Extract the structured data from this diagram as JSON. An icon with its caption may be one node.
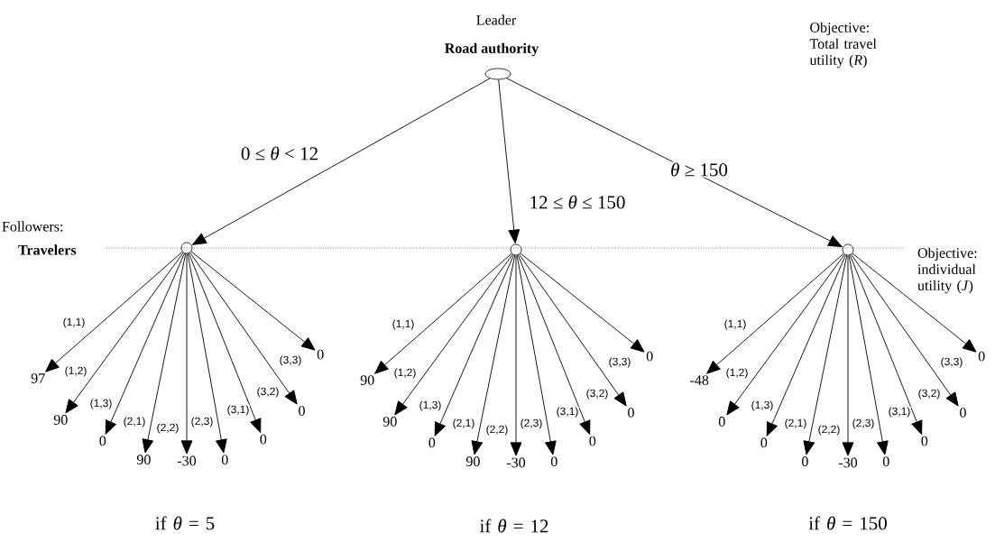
{
  "diagram": {
    "nodes": [
      {
        "text": [
          "Leader",
          "Road authority"
        ]
      },
      {
        "text": [],
        "shape": "circle"
      },
      {
        "text": [],
        "shape": "circle"
      },
      {
        "text": [],
        "shape": "circle"
      },
      {
        "text": [
          "97"
        ]
      },
      {
        "text": [
          "90"
        ]
      },
      {
        "text": [
          "0"
        ]
      },
      {
        "text": [
          "90"
        ]
      },
      {
        "text": [
          "-30"
        ]
      },
      {
        "text": [
          "0"
        ]
      },
      {
        "text": [
          "0"
        ]
      },
      {
        "text": [
          "0"
        ]
      },
      {
        "text": [
          "0"
        ]
      },
      {
        "text": [
          "90"
        ]
      },
      {
        "text": [
          "90"
        ]
      },
      {
        "text": [
          "0"
        ]
      },
      {
        "text": [
          "90"
        ]
      },
      {
        "text": [
          "-30"
        ]
      },
      {
        "text": [
          "0"
        ]
      },
      {
        "text": [
          "0"
        ]
      },
      {
        "text": [
          "0"
        ]
      },
      {
        "text": [
          "0"
        ]
      },
      {
        "text": [
          "-48"
        ]
      },
      {
        "text": [
          "0"
        ]
      },
      {
        "text": [
          "0"
        ]
      },
      {
        "text": [
          "0"
        ]
      },
      {
        "text": [
          "-30"
        ]
      },
      {
        "text": [
          "0"
        ]
      },
      {
        "text": [
          "0"
        ]
      },
      {
        "text": [
          "0"
        ]
      },
      {
        "text": [
          "0"
        ]
      }
    ],
    "edges": [
      {
        "from": 0,
        "to": 1,
        "arrow": "to",
        "label": "0 ≤ *θ* < 12"
      },
      {
        "from": 0,
        "to": 2,
        "arrow": "to",
        "label": "12 ≤ *θ* ≤ 150"
      },
      {
        "from": 0,
        "to": 3,
        "arrow": "to",
        "label": "*θ* ≥ 150"
      },
      {
        "from": 1,
        "to": 4,
        "arrow": "to",
        "label": "(1,1)"
      },
      {
        "from": 1,
        "to": 5,
        "arrow": "to",
        "label": "(1,2)"
      },
      {
        "from": 1,
        "to": 6,
        "arrow": "to",
        "label": "(1,3)"
      },
      {
        "from": 1,
        "to": 7,
        "arrow": "to",
        "label": "(2,1)"
      },
      {
        "from": 1,
        "to": 8,
        "arrow": "to",
        "label": "(2,2)"
      },
      {
        "from": 1,
        "to": 9,
        "arrow": "to",
        "label": "(2,3)"
      },
      {
        "from": 1,
        "to": 10,
        "arrow": "to",
        "label": "(3,1)"
      },
      {
        "from": 1,
        "to": 11,
        "arrow": "to",
        "label": "(3,2)"
      },
      {
        "from": 1,
        "to": 12,
        "arrow": "to",
        "label": "(3,3)"
      },
      {
        "from": 2,
        "to": 13,
        "arrow": "to",
        "label": "(1,1)"
      },
      {
        "from": 2,
        "to": 14,
        "arrow": "to",
        "label": "(1,2)"
      },
      {
        "from": 2,
        "to": 15,
        "arrow": "to",
        "label": "(1,3)"
      },
      {
        "from": 2,
        "to": 16,
        "arrow": "to",
        "label": "(2,1)"
      },
      {
        "from": 2,
        "to": 17,
        "arrow": "to",
        "label": "(2,2)"
      },
      {
        "from": 2,
        "to": 18,
        "arrow": "to",
        "label": "(2,3)"
      },
      {
        "from": 2,
        "to": 19,
        "arrow": "to",
        "label": "(3,1)"
      },
      {
        "from": 2,
        "to": 20,
        "arrow": "to",
        "label": "(3,2)"
      },
      {
        "from": 2,
        "to": 21,
        "arrow": "to",
        "label": "(3,3)"
      },
      {
        "from": 3,
        "to": 22,
        "arrow": "to",
        "label": "(1,1)"
      },
      {
        "from": 3,
        "to": 23,
        "arrow": "to",
        "label": "(1,2)"
      },
      {
        "from": 3,
        "to": 24,
        "arrow": "to",
        "label": "(1,3)"
      },
      {
        "from": 3,
        "to": 25,
        "arrow": "to",
        "label": "(2,1)"
      },
      {
        "from": 3,
        "to": 26,
        "arrow": "to",
        "label": "(2,2)"
      },
      {
        "from": 3,
        "to": 27,
        "arrow": "to",
        "label": "(2,3)"
      },
      {
        "from": 3,
        "to": 28,
        "arrow": "to",
        "label": "(3,1)"
      },
      {
        "from": 3,
        "to": 29,
        "arrow": "to",
        "label": "(3,2)"
      },
      {
        "from": 3,
        "to": 30,
        "arrow": "to",
        "label": "(3,3)"
      }
    ],
    "labels": [
      "Objective: Total travel utility (*R*)",
      "Followers:",
      "Travelers",
      "Objective: individual utility (*J*)",
      "if *θ* = 5",
      "if *θ* = 12",
      "if *θ* = 150"
    ]
  }
}
